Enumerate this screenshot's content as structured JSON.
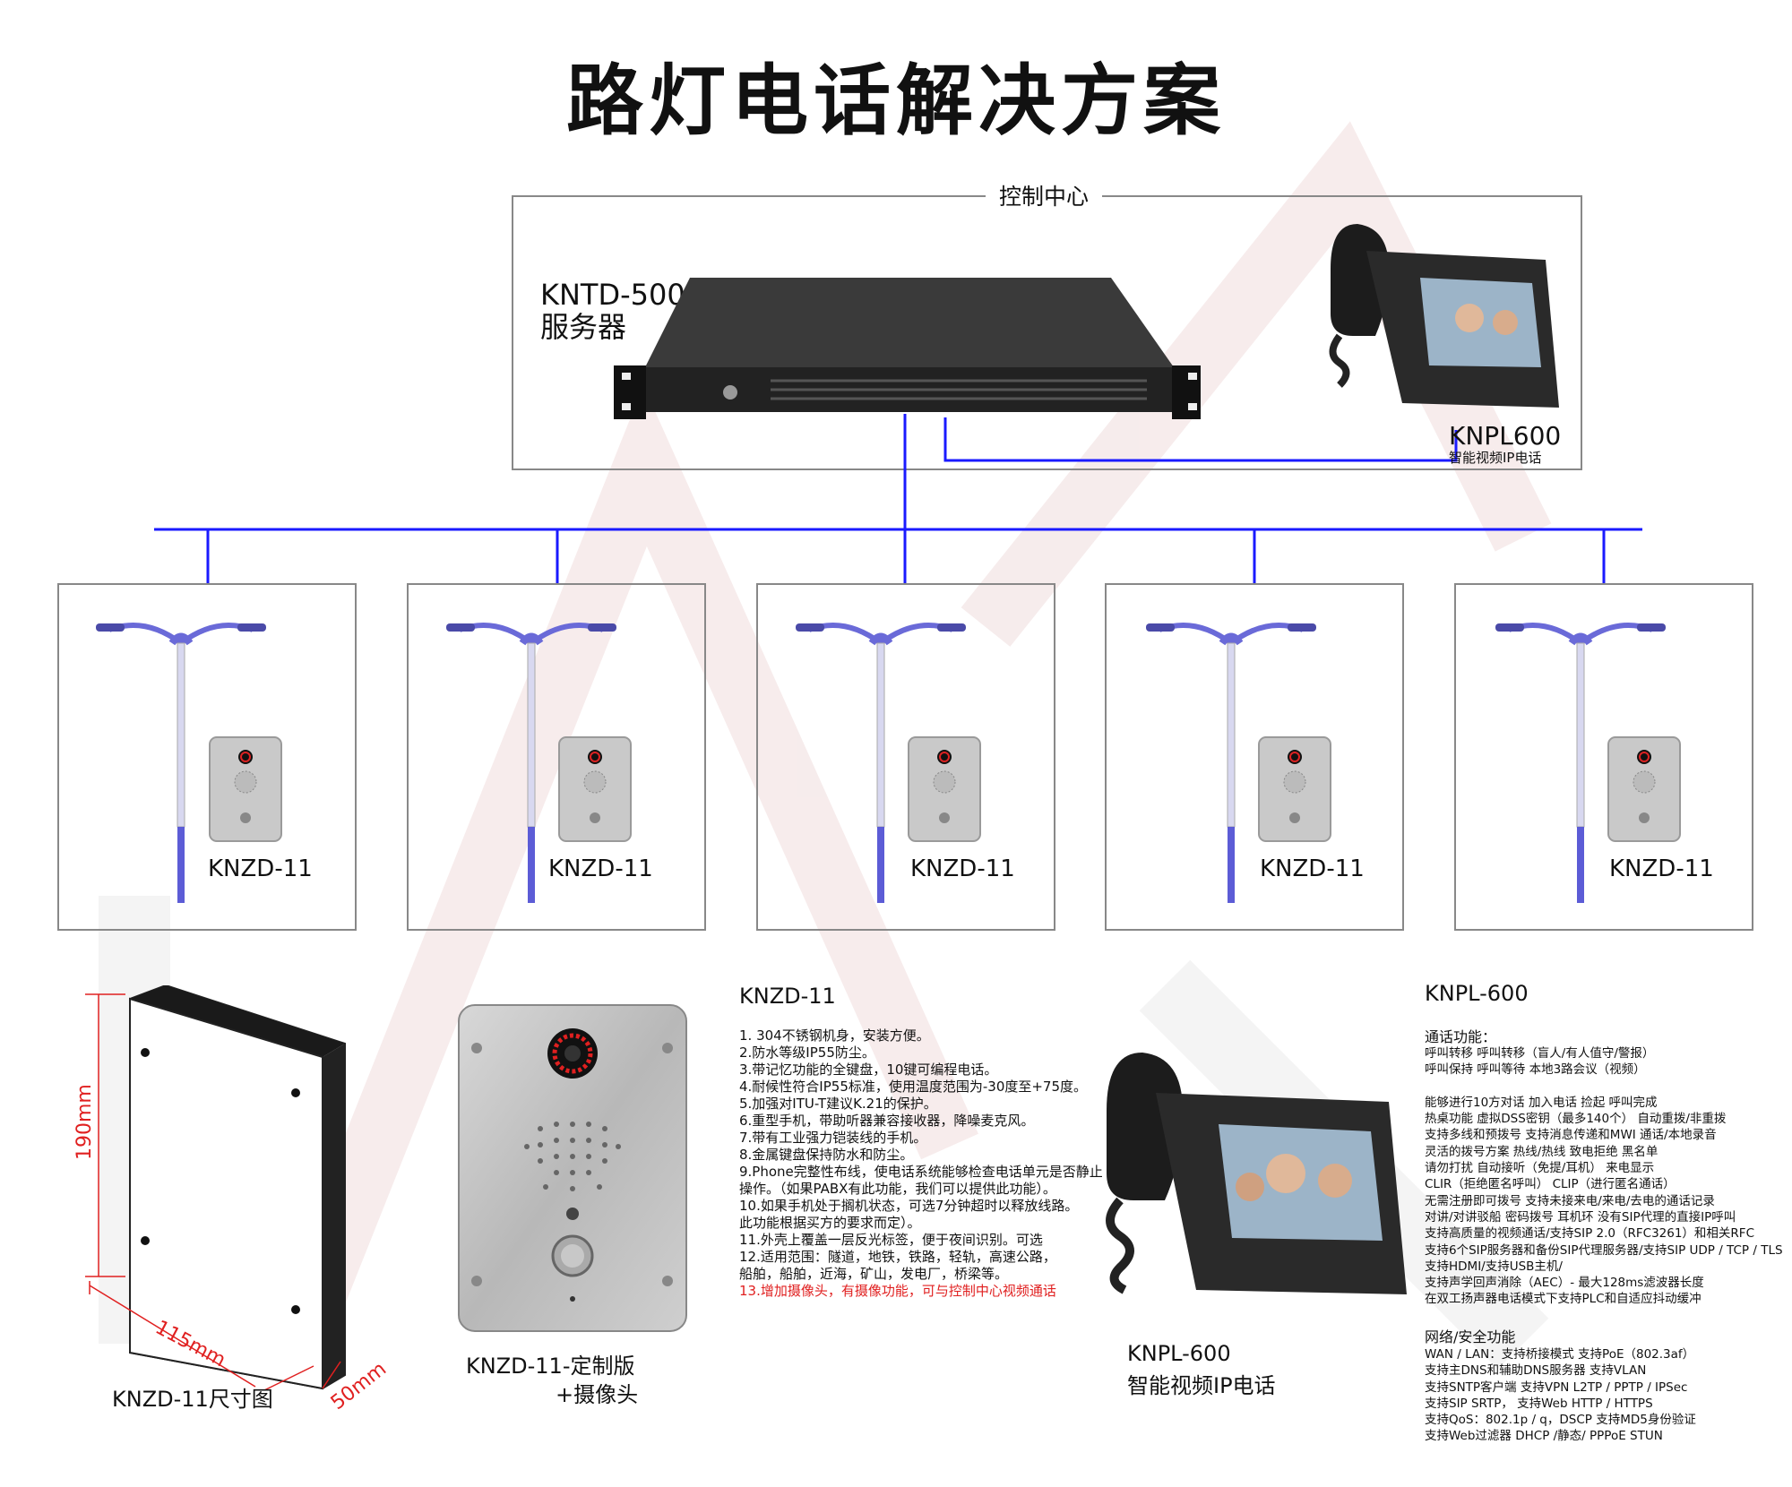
{
  "title": "路灯电话解决方案",
  "control_center": {
    "label": "控制中心",
    "server": {
      "model": "KNTD-500",
      "name": "服务器"
    },
    "phone": {
      "model": "KNPL600",
      "name": "智能视频IP电话"
    }
  },
  "lamp_units": [
    {
      "label": "KNZD-11"
    },
    {
      "label": "KNZD-11"
    },
    {
      "label": "KNZD-11"
    },
    {
      "label": "KNZD-11"
    },
    {
      "label": "KNZD-11"
    }
  ],
  "dimension_drawing": {
    "caption": "KNZD-11尺寸图",
    "height": "190mm",
    "width": "115mm",
    "depth": "50mm"
  },
  "custom_panel": {
    "line1": "KNZD-11-定制版",
    "line2": "+摄像头"
  },
  "knzd_spec": {
    "title": "KNZD-11",
    "items": [
      "1. 304不锈钢机身，安装方便。",
      "2.防水等级IP55防尘。",
      "3.带记忆功能的全键盘，10键可编程电话。",
      "4.耐候性符合IP55标准，使用温度范围为-30度至+75度。",
      "5.加强对ITU-T建议K.21的保护。",
      "6.重型手机，带助听器兼容接收器，降噪麦克风。",
      "7.带有工业强力铠装线的手机。",
      "8.金属键盘保持防水和防尘。",
      "9.Phone完整性布线，使电话系统能够检查电话单元是否静止",
      "操作。（如果PABX有此功能，我们可以提供此功能）。",
      "10.如果手机处于搁机状态，可选7分钟超时以释放线路。",
      "此功能根据买方的要求而定）。",
      "11.外壳上覆盖一层反光标签，便于夜间识别。可选",
      "12.适用范围：隧道，地铁，铁路，轻轨，高速公路，",
      "船舶，船舶，近海，矿山，发电厂，桥梁等。"
    ],
    "highlight": "13.增加摄像头，有摄像功能，可与控制中心视频通话"
  },
  "phone_caption": {
    "model": "KNPL-600",
    "name": "智能视频IP电话"
  },
  "knpl_spec": {
    "title": "KNPL-600",
    "call_heading": "通话功能：",
    "call_lines": [
      "呼叫转移      呼叫转移（盲人/有人值守/警报）",
      "呼叫保持      呼叫等待      本地3路会议（视频）",
      "",
      "能够进行10方对话      加入电话      捡起      呼叫完成",
      "热桌功能      虚拟DSS密钥（最多140个）      自动重拨/非重拨",
      "支持多线和预拨号      支持消息传递和MWI      通话/本地录音",
      "灵活的拨号方案      热线/热线      致电拒绝      黑名单",
      "请勿打扰      自动接听（免提/耳机）      来电显示",
      "CLIR（拒绝匿名呼叫）      CLIP（进行匿名通话）",
      "无需注册即可拨号      支持未接来电/来电/去电的通话记录",
      "对讲/对讲驳船      密码拨号      耳机环      没有SIP代理的直接IP呼叫",
      "支持高质量的视频通话/支持SIP 2.0（RFC3261）和相关RFC",
      "支持6个SIP服务器和备份SIP代理服务器/支持SIP UDP / TCP / TLS",
      "支持HDMI/支持USB主机/",
      "支持声学回声消除（AEC）- 最大128ms滤波器长度",
      "在双工扬声器电话模式下支持PLC和自适应抖动缓冲"
    ],
    "net_heading": "网络/安全功能",
    "net_lines": [
      "WAN / LAN：支持桥接模式      支持PoE（802.3af）",
      "支持主DNS和辅助DNS服务器      支持VLAN",
      "支持SNTP客户端      支持VPN L2TP / PPTP / IPSec",
      "支持SIP SRTP，      支持Web HTTP / HTTPS",
      "支持QoS：802.1p / q，DSCP      支持MD5身份验证",
      "支持Web过滤器      DHCP /静态/ PPPoE      STUN"
    ]
  },
  "colors": {
    "line": "#1a1aff",
    "box_border": "#888888",
    "pole_blue": "#5c5cd6",
    "highlight": "#e02020"
  }
}
